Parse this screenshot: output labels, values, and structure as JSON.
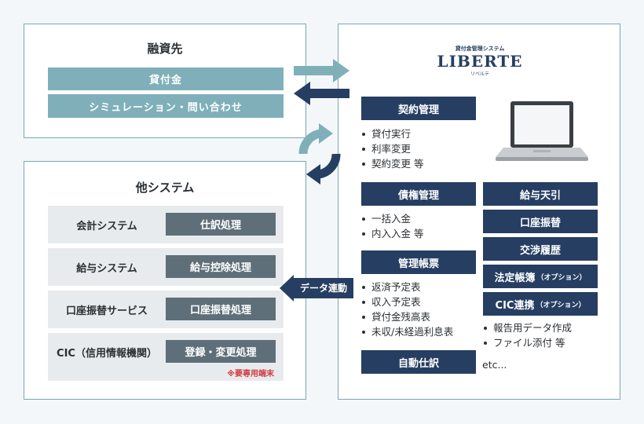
{
  "lender": {
    "title": "融資先",
    "buttons": [
      "貸付金",
      "シミュレーション・問い合わせ"
    ]
  },
  "other_systems": {
    "title": "他システム",
    "rows": [
      {
        "label": "会計システム",
        "action": "仕訳処理"
      },
      {
        "label": "給与システム",
        "action": "給与控除処理"
      },
      {
        "label": "口座振替サービス",
        "action": "口座振替処理"
      },
      {
        "label": "CIC（信用情報機関）",
        "action": "登録・変更処理"
      }
    ],
    "note": "※要専用端末"
  },
  "data_link_label": "データ連動",
  "liberte": {
    "logo_sub": "貸付金管理システム",
    "logo_main": "LIBERTE",
    "logo_kana": "リベルテ",
    "left_modules": [
      {
        "title": "契約管理",
        "items": [
          "貸付実行",
          "利率変更",
          "契約変更 等"
        ]
      },
      {
        "title": "債権管理",
        "items": [
          "一括入金",
          "内入入金 等"
        ]
      },
      {
        "title": "管理帳票",
        "items": [
          "返済予定表",
          "収入予定表",
          "貸付金残高表",
          "未収/未経過利息表"
        ]
      },
      {
        "title": "自動仕訳",
        "items": []
      }
    ],
    "right_modules": [
      {
        "label": "給与天引",
        "option": ""
      },
      {
        "label": "口座振替",
        "option": ""
      },
      {
        "label": "交渉履歴",
        "option": ""
      },
      {
        "label": "法定帳簿",
        "option": "（オプション）"
      },
      {
        "label": "CIC連携",
        "option": "（オプション）"
      }
    ],
    "right_items": [
      "報告用データ作成",
      "ファイル添付 等"
    ],
    "etc": "etc..."
  },
  "colors": {
    "navy": "#263e62",
    "teal": "#7fb0ba",
    "slate": "#5f6f79",
    "border": "#7aa7b3",
    "note_red": "#d0393b"
  }
}
